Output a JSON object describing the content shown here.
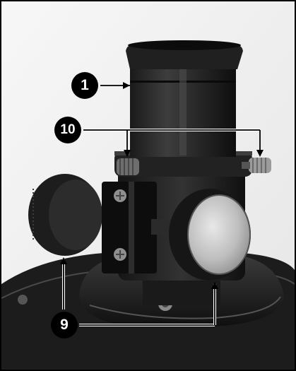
{
  "image": {
    "subject": "telescope-eyepiece-focuser",
    "palette": {
      "background": "#f4f4f4",
      "metal_dark": "#1e1e1e",
      "metal_mid": "#3a3a3a",
      "highlight": "#9a9a9a",
      "knob_face": "#cfcfcf",
      "callout": "#000000",
      "callout_text": "#ffffff"
    }
  },
  "callouts": {
    "c1": "1",
    "c10": "10",
    "c9": "9"
  }
}
